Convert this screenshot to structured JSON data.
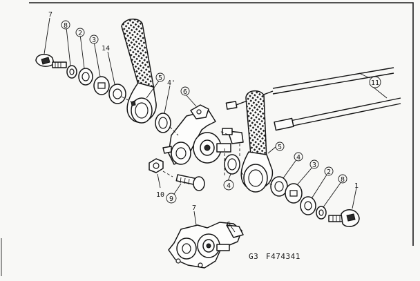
{
  "callouts": [
    {
      "id": "c1",
      "label": "1"
    },
    {
      "id": "c2",
      "label": "2"
    },
    {
      "id": "c3",
      "label": "3"
    },
    {
      "id": "c4",
      "label": "4"
    },
    {
      "id": "c5",
      "label": "5"
    },
    {
      "id": "c6",
      "label": "6"
    },
    {
      "id": "c7",
      "label": "7"
    },
    {
      "id": "c8",
      "label": "8"
    },
    {
      "id": "c9",
      "label": "9"
    },
    {
      "id": "c10",
      "label": "10"
    },
    {
      "id": "c11",
      "label": "11"
    }
  ],
  "labels": {
    "l7a": "7",
    "l8a": "8",
    "l2a": "2",
    "l3a": "3",
    "l14": "14",
    "l5a": "5",
    "l4a": "4'",
    "l6a": "6",
    "l11": "11",
    "l5b": "5",
    "l4b": "4",
    "l3b": "3",
    "l2b": "2",
    "l8b": "8",
    "l1": "1",
    "l4c": "4",
    "l10": "10",
    "l9": "9",
    "l7b": "7",
    "l6b": "6"
  },
  "footer": {
    "section": "G3",
    "part_number": "F474341"
  }
}
